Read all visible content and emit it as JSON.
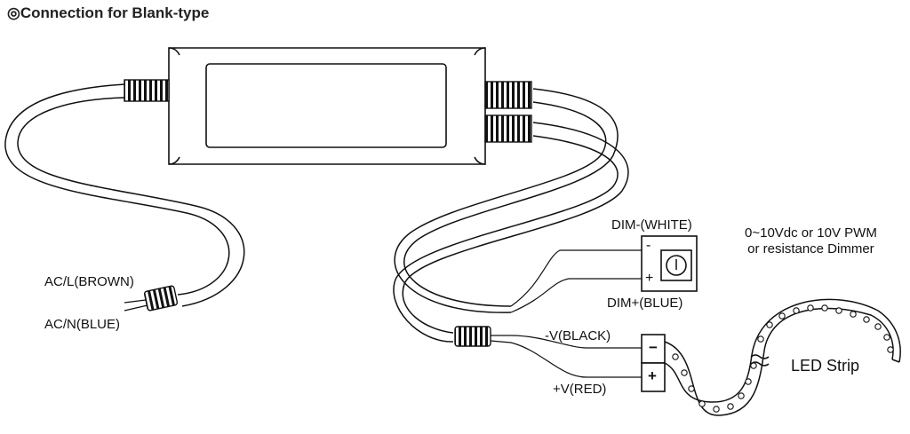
{
  "title": "◎Connection for Blank-type",
  "labels": {
    "ac_l": "AC/L(BROWN)",
    "ac_n": "AC/N(BLUE)",
    "dim_minus": "DIM-(WHITE)",
    "dim_plus": "DIM+(BLUE)",
    "dimmer_line1": "0~10Vdc or 10V PWM",
    "dimmer_line2": "or resistance Dimmer",
    "v_minus": "-V(BLACK)",
    "v_plus": "+V(RED)",
    "led_strip": "LED Strip"
  },
  "terminals": {
    "dimmer_minus": "-",
    "dimmer_plus": "+",
    "strip_minus": "−",
    "strip_plus": "+"
  }
}
